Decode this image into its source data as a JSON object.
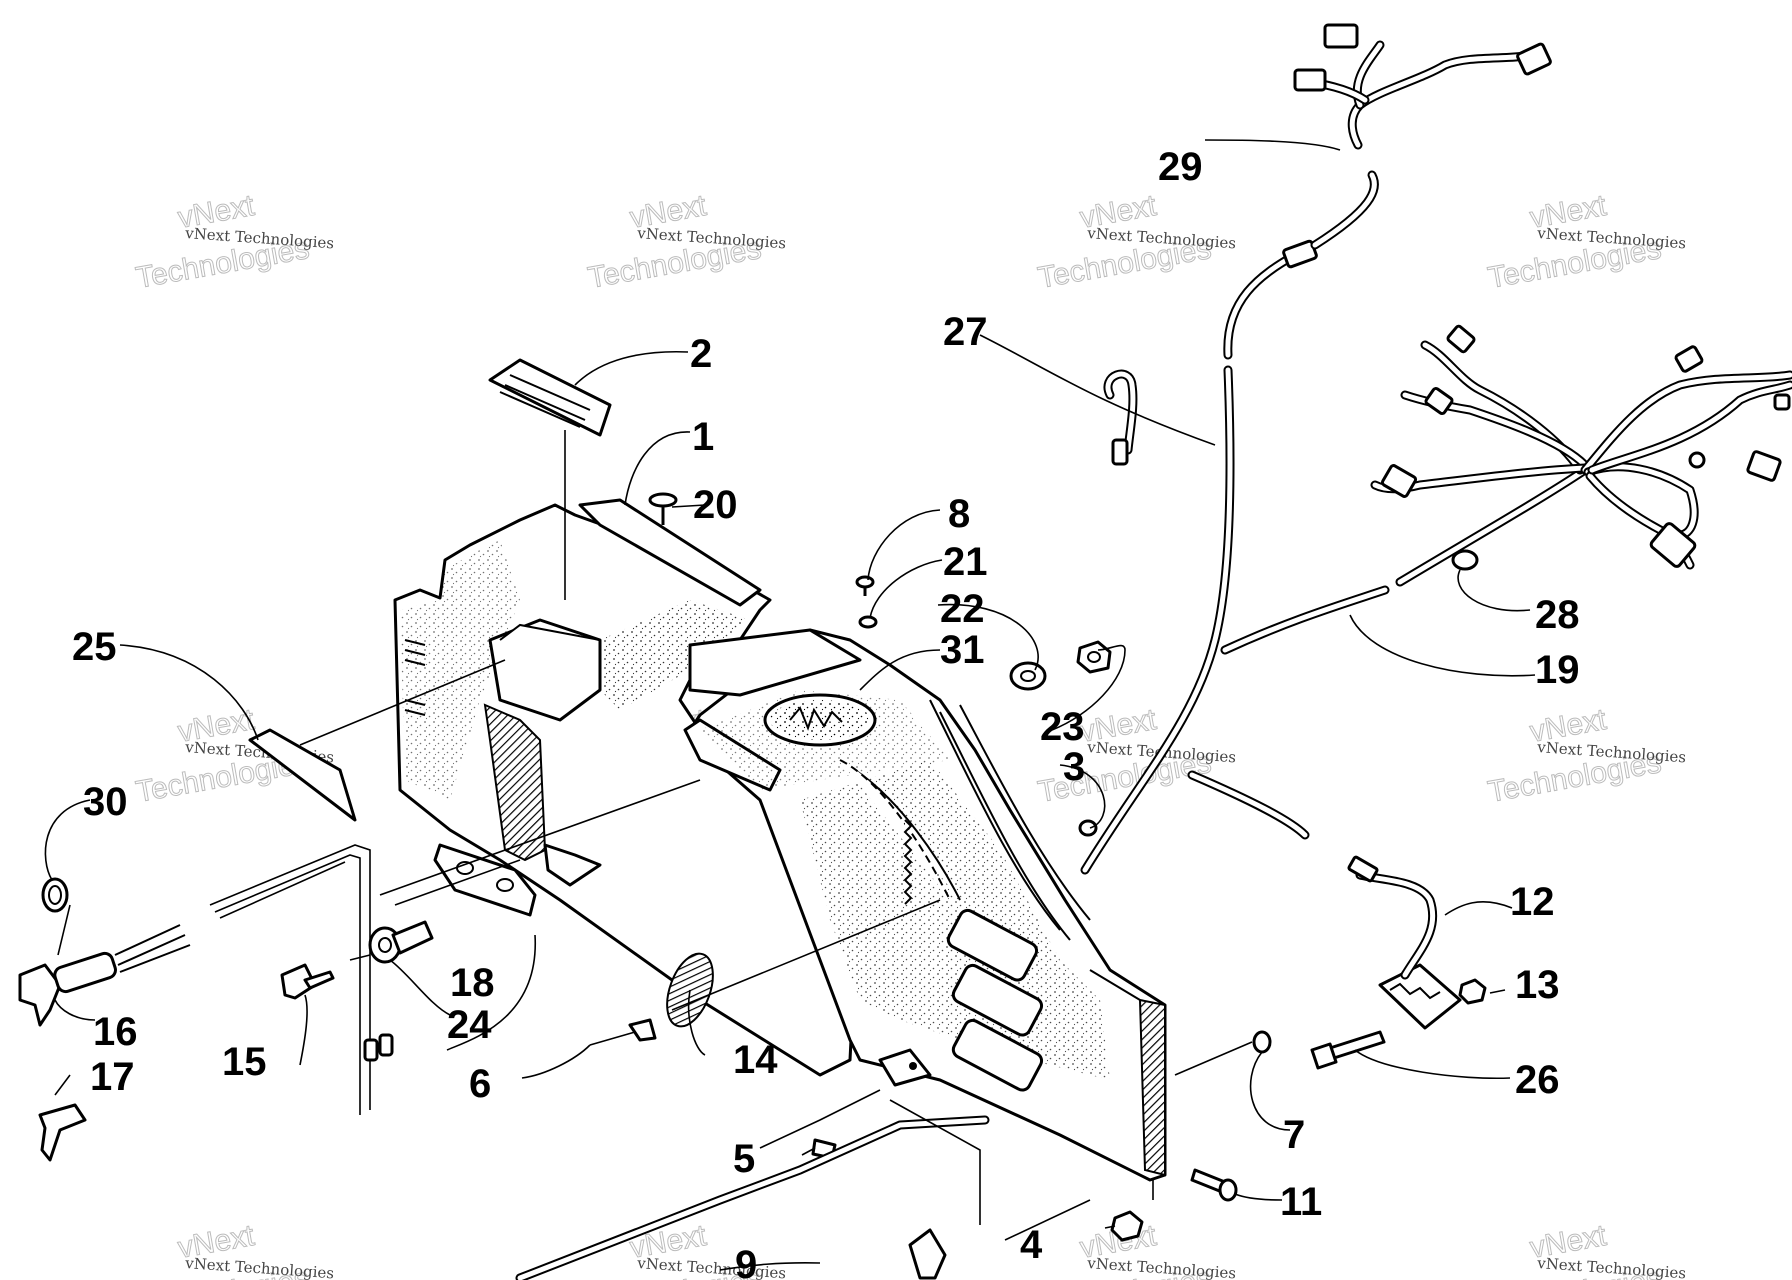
{
  "callouts": [
    {
      "id": "c1",
      "label": "1"
    },
    {
      "id": "c2",
      "label": "2"
    },
    {
      "id": "c3",
      "label": "3"
    },
    {
      "id": "c4",
      "label": "4"
    },
    {
      "id": "c5",
      "label": "5"
    },
    {
      "id": "c6",
      "label": "6"
    },
    {
      "id": "c7",
      "label": "7"
    },
    {
      "id": "c8",
      "label": "8"
    },
    {
      "id": "c9",
      "label": "9"
    },
    {
      "id": "c11",
      "label": "11"
    },
    {
      "id": "c12",
      "label": "12"
    },
    {
      "id": "c13",
      "label": "13"
    },
    {
      "id": "c14",
      "label": "14"
    },
    {
      "id": "c15",
      "label": "15"
    },
    {
      "id": "c16",
      "label": "16"
    },
    {
      "id": "c17",
      "label": "17"
    },
    {
      "id": "c18",
      "label": "18"
    },
    {
      "id": "c19",
      "label": "19"
    },
    {
      "id": "c20",
      "label": "20"
    },
    {
      "id": "c21",
      "label": "21"
    },
    {
      "id": "c22",
      "label": "22"
    },
    {
      "id": "c23",
      "label": "23"
    },
    {
      "id": "c24",
      "label": "24"
    },
    {
      "id": "c25",
      "label": "25"
    },
    {
      "id": "c26",
      "label": "26"
    },
    {
      "id": "c27",
      "label": "27"
    },
    {
      "id": "c28",
      "label": "28"
    },
    {
      "id": "c29",
      "label": "29"
    },
    {
      "id": "c30",
      "label": "30"
    },
    {
      "id": "c31",
      "label": "31"
    }
  ],
  "watermark": {
    "line1": "vNext Technologies",
    "line2": "vNext",
    "line3": "Technologies"
  }
}
